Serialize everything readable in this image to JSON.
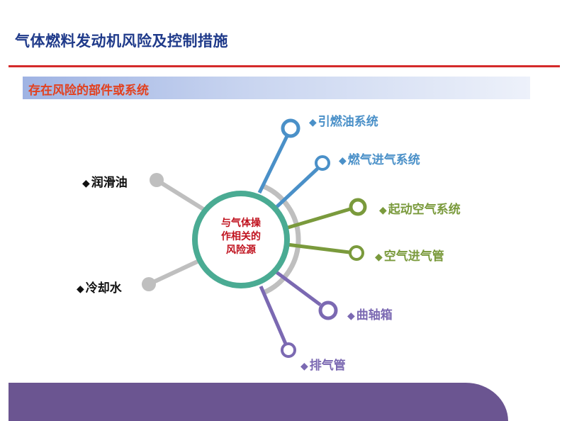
{
  "header": {
    "title": "气体燃料发动机风险及控制措施"
  },
  "section": {
    "heading": "存在风险的部件或系统"
  },
  "diagram": {
    "center_lines": [
      "与气体操",
      "作相关的",
      "风险源"
    ],
    "colors": {
      "ring": "#4aab93",
      "blue": "#4a90c8",
      "green": "#7a9a3c",
      "purple": "#7b69b2",
      "gray": "#bfbfbf"
    },
    "nodes": {
      "ignition_oil": {
        "label": "引燃油系统",
        "marker": "◆"
      },
      "fuel_gas_intake": {
        "label": "燃气进气系统",
        "marker": "◆"
      },
      "starting_air": {
        "label": "起动空气系统",
        "marker": "◆"
      },
      "air_intake_pipe": {
        "label": "空气进气管",
        "marker": "◆"
      },
      "crankcase": {
        "label": "曲轴箱",
        "marker": "◆"
      },
      "exhaust_pipe": {
        "label": "排气管",
        "marker": "◆"
      },
      "lube_oil": {
        "label": "润滑油",
        "marker": "◆"
      },
      "cooling_water": {
        "label": "冷却水",
        "marker": "◆"
      }
    }
  }
}
